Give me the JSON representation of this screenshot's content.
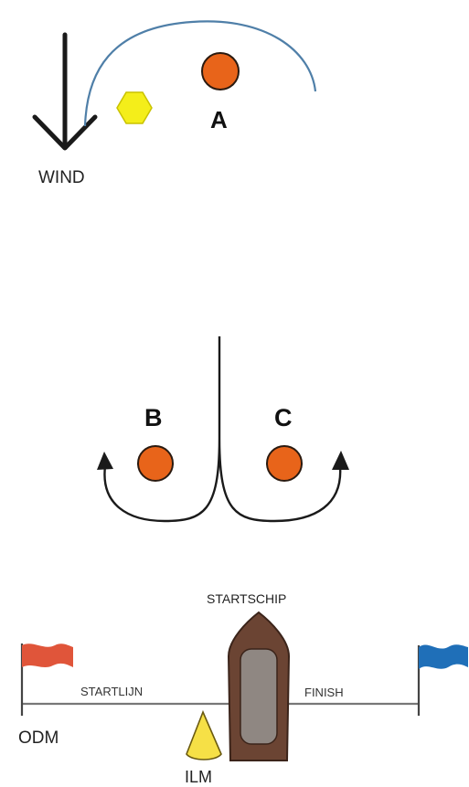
{
  "labels": {
    "wind": "WIND",
    "mark_a": "A",
    "mark_b": "B",
    "mark_c": "C",
    "committee_boat": "STARTSCHIP",
    "start_line": "STARTLIJN",
    "finish": "FINISH",
    "odm": "ODM",
    "ilm": "ILM"
  },
  "colors": {
    "mark_orange": "#e8641a",
    "mark_yellow": "#f4ee1a",
    "ilm_yellow": "#f6e046",
    "flag_red": "#e0553a",
    "flag_blue": "#1f6fb8",
    "boat_hull": "#6b4433",
    "boat_cabin": "#8f8782",
    "arc_blue": "#4f7fa8",
    "line_gray": "#777777",
    "ink": "#1a1a1a"
  },
  "icons": [
    "wind-arrow-icon",
    "red-flag-icon",
    "blue-flag-icon",
    "committee-boat-icon",
    "yellow-cone-icon",
    "yellow-hexagon-icon"
  ]
}
